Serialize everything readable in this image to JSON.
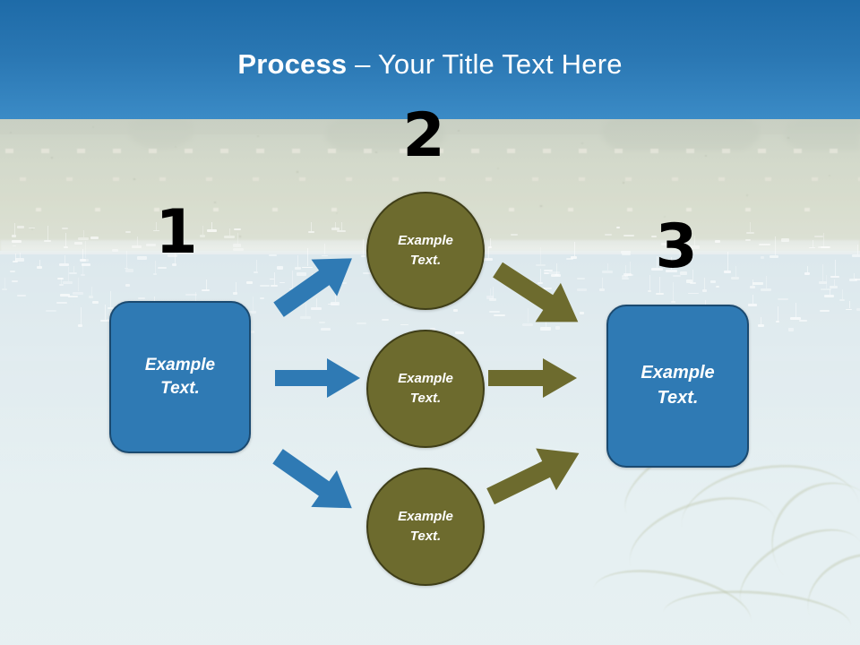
{
  "slide": {
    "title_bold": "Process",
    "title_rest": " – Your Title Text Here",
    "background_description": "aerial harbour photo, washed out"
  },
  "colors": {
    "title_bar_top": "#1e6ba8",
    "title_bar_bottom": "#3b8bc6",
    "box_fill": "#2f7ab4",
    "box_border": "#1b4a70",
    "circle_fill": "#6d6b2e",
    "circle_border": "#3f3e18",
    "arrow_blue": "#2f7ab4",
    "arrow_olive": "#6d6b2e",
    "number_color": "#000000",
    "text_color": "#ffffff"
  },
  "steps": {
    "one": "1",
    "two": "2",
    "three": "3"
  },
  "boxes": {
    "left": {
      "line1": "Example",
      "line2": "Text."
    },
    "right": {
      "line1": "Example",
      "line2": "Text."
    }
  },
  "circles": [
    {
      "line1": "Example",
      "line2": "Text."
    },
    {
      "line1": "Example",
      "line2": "Text."
    },
    {
      "line1": "Example",
      "line2": "Text."
    }
  ],
  "arrows": [
    {
      "name": "blue-arrow-up",
      "color": "#2f7ab4",
      "direction": "up-right"
    },
    {
      "name": "blue-arrow-straight",
      "color": "#2f7ab4",
      "direction": "right"
    },
    {
      "name": "blue-arrow-down",
      "color": "#2f7ab4",
      "direction": "down-right"
    },
    {
      "name": "olive-arrow-down",
      "color": "#6d6b2e",
      "direction": "down-right"
    },
    {
      "name": "olive-arrow-straight",
      "color": "#6d6b2e",
      "direction": "right"
    },
    {
      "name": "olive-arrow-up",
      "color": "#6d6b2e",
      "direction": "up-right"
    }
  ]
}
